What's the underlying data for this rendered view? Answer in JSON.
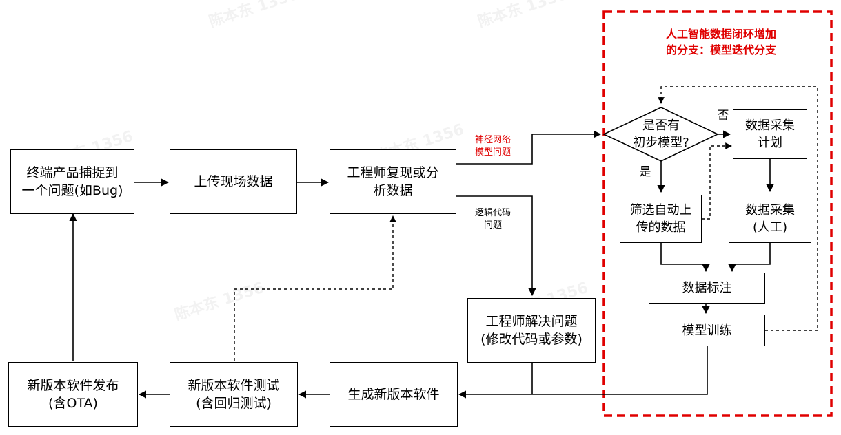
{
  "watermark": "陈本东 1356",
  "region": {
    "title": "人工智能数据闭环增加\n的分支：模型迭代分支",
    "color": "#e00000"
  },
  "nodes": {
    "capture": "终端产品捕捉到\n一个问题(如Bug)",
    "upload": "上传现场数据",
    "analyze": "工程师复现或分\n析数据",
    "decision": "是否有\n初步模型?",
    "collect_plan": "数据采集\n计划",
    "filter": "筛选自动上\n传的数据",
    "collect_manual": "数据采集\n(人工)",
    "label": "数据标注",
    "train": "模型训练",
    "fix": "工程师解决问题\n(修改代码或参数)",
    "build": "生成新版本软件",
    "test": "新版本软件测试\n(含回归测试)",
    "release": "新版本软件发布\n(含OTA)"
  },
  "edge_labels": {
    "nn_issue": "神经网络\n模型问题",
    "logic_issue": "逻辑代码\n问题",
    "yes": "是",
    "no": "否"
  },
  "colors": {
    "line": "#000000",
    "accent": "#e00000",
    "background": "#ffffff"
  }
}
